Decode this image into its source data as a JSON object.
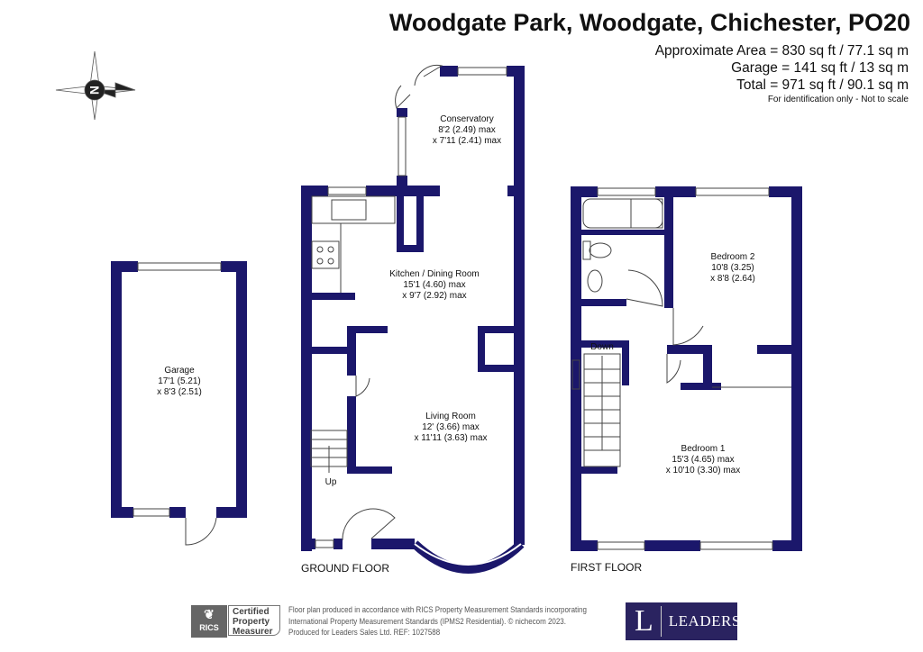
{
  "header": {
    "title": "Woodgate Park, Woodgate, Chichester, PO20",
    "approximate_area": "Approximate Area = 830 sq ft / 77.1 sq m",
    "garage_area": "Garage = 141 sq ft / 13 sq m",
    "total_area": "Total = 971 sq ft / 90.1 sq m",
    "note": "For identification only - Not to scale"
  },
  "compass": {
    "letter": "N",
    "icon": "compass-rose-icon"
  },
  "rooms": {
    "conservatory": {
      "name": "Conservatory",
      "dim1": "8'2 (2.49) max",
      "dim2": "x 7'11 (2.41) max"
    },
    "kitchen": {
      "name": "Kitchen / Dining Room",
      "dim1": "15'1 (4.60) max",
      "dim2": "x 9'7 (2.92) max"
    },
    "living": {
      "name": "Living Room",
      "dim1": "12' (3.66) max",
      "dim2": "x 11'11 (3.63) max"
    },
    "garage": {
      "name": "Garage",
      "dim1": "17'1 (5.21)",
      "dim2": "x 8'3 (2.51)"
    },
    "bedroom2": {
      "name": "Bedroom 2",
      "dim1": "10'8 (3.25)",
      "dim2": "x 8'8 (2.64)"
    },
    "bedroom1": {
      "name": "Bedroom 1",
      "dim1": "15'3 (4.65) max",
      "dim2": "x 10'10 (3.30) max"
    }
  },
  "stairs": {
    "up": "Up",
    "down": "Down"
  },
  "floors": {
    "ground": "GROUND FLOOR",
    "first": "FIRST FLOOR"
  },
  "colors": {
    "wall": "#1b176b",
    "brand": "#2a2360"
  },
  "footer": {
    "rics": "RICS",
    "certified": [
      "Certified",
      "Property",
      "Measurer"
    ],
    "line1": "Floor plan produced in accordance with RICS Property Measurement Standards incorporating",
    "line2": "International Property Measurement Standards (IPMS2 Residential).  © nichecom 2023.",
    "line3": "Produced for Leaders Sales Ltd.   REF:  1027588",
    "brand_letter": "L",
    "brand_name": "LEADERS"
  }
}
